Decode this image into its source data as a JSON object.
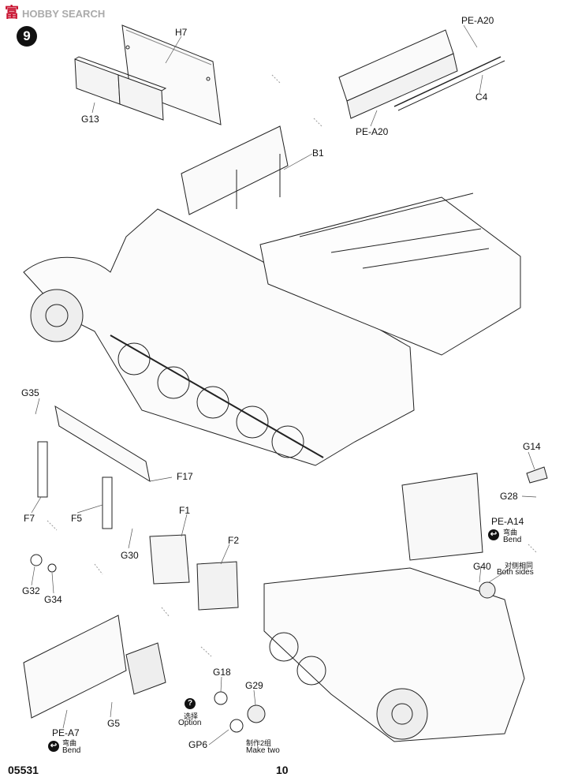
{
  "watermark": {
    "brand_cn": "富",
    "brand_rest": "HOBBY SEARCH"
  },
  "step_number": "9",
  "parts": {
    "h7": "H7",
    "g13": "G13",
    "pe_a20_top": "PE-A20",
    "pe_a20_bottom": "PE-A20",
    "c4": "C4",
    "b1": "B1",
    "g35": "G35",
    "f17": "F17",
    "f7": "F7",
    "f5": "F5",
    "g30": "G30",
    "f1": "F1",
    "f2": "F2",
    "g32": "G32",
    "g34": "G34",
    "g14": "G14",
    "g28": "G28",
    "pe_a14": "PE-A14",
    "g40": "G40",
    "g18": "G18",
    "g29": "G29",
    "gp6": "GP6",
    "g5": "G5",
    "pe_a7": "PE-A7"
  },
  "notes": {
    "bend_cn_1": "弯曲",
    "bend_en_1": "Bend",
    "both_sides_cn": "对侧相同",
    "both_sides_en": "Both sides",
    "option_cn": "选择",
    "option_en": "Option",
    "make_two_cn": "制作2组",
    "make_two_en": "Make two",
    "bend_cn_2": "弯曲",
    "bend_en_2": "Bend"
  },
  "footer": {
    "catalog_number": "05531",
    "page_number": "10"
  }
}
